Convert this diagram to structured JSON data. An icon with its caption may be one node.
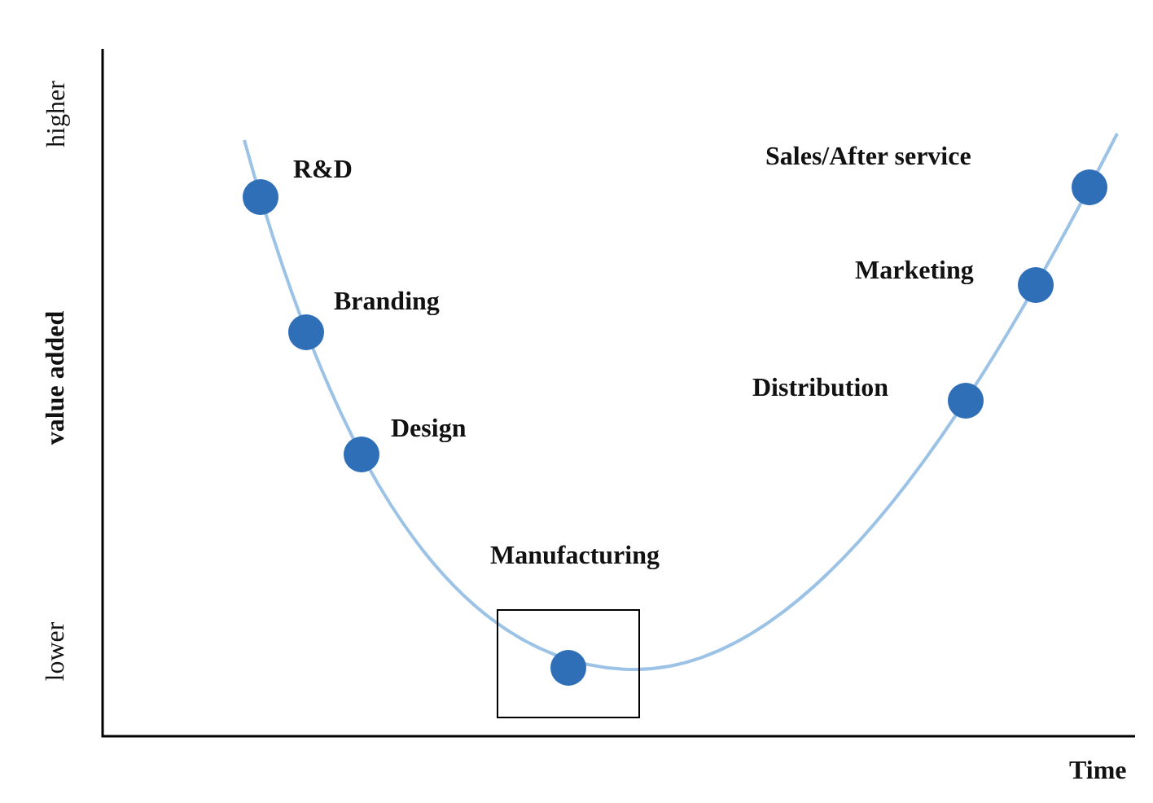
{
  "diagram": {
    "nodes": [
      {
        "text": [
          "R&D"
        ]
      },
      {
        "text": [
          "Branding"
        ]
      },
      {
        "text": [
          "Design"
        ]
      },
      {
        "text": [
          "Manufacturing"
        ]
      },
      {
        "text": [],
        "shape": "circle",
        "in": 3
      },
      {
        "text": [
          "Distribution"
        ]
      },
      {
        "text": [
          "Marketing"
        ]
      },
      {
        "text": [
          "Sales/After service"
        ]
      }
    ],
    "edges": [],
    "labels": [
      "higher",
      "value added",
      "lower",
      "Time"
    ]
  }
}
